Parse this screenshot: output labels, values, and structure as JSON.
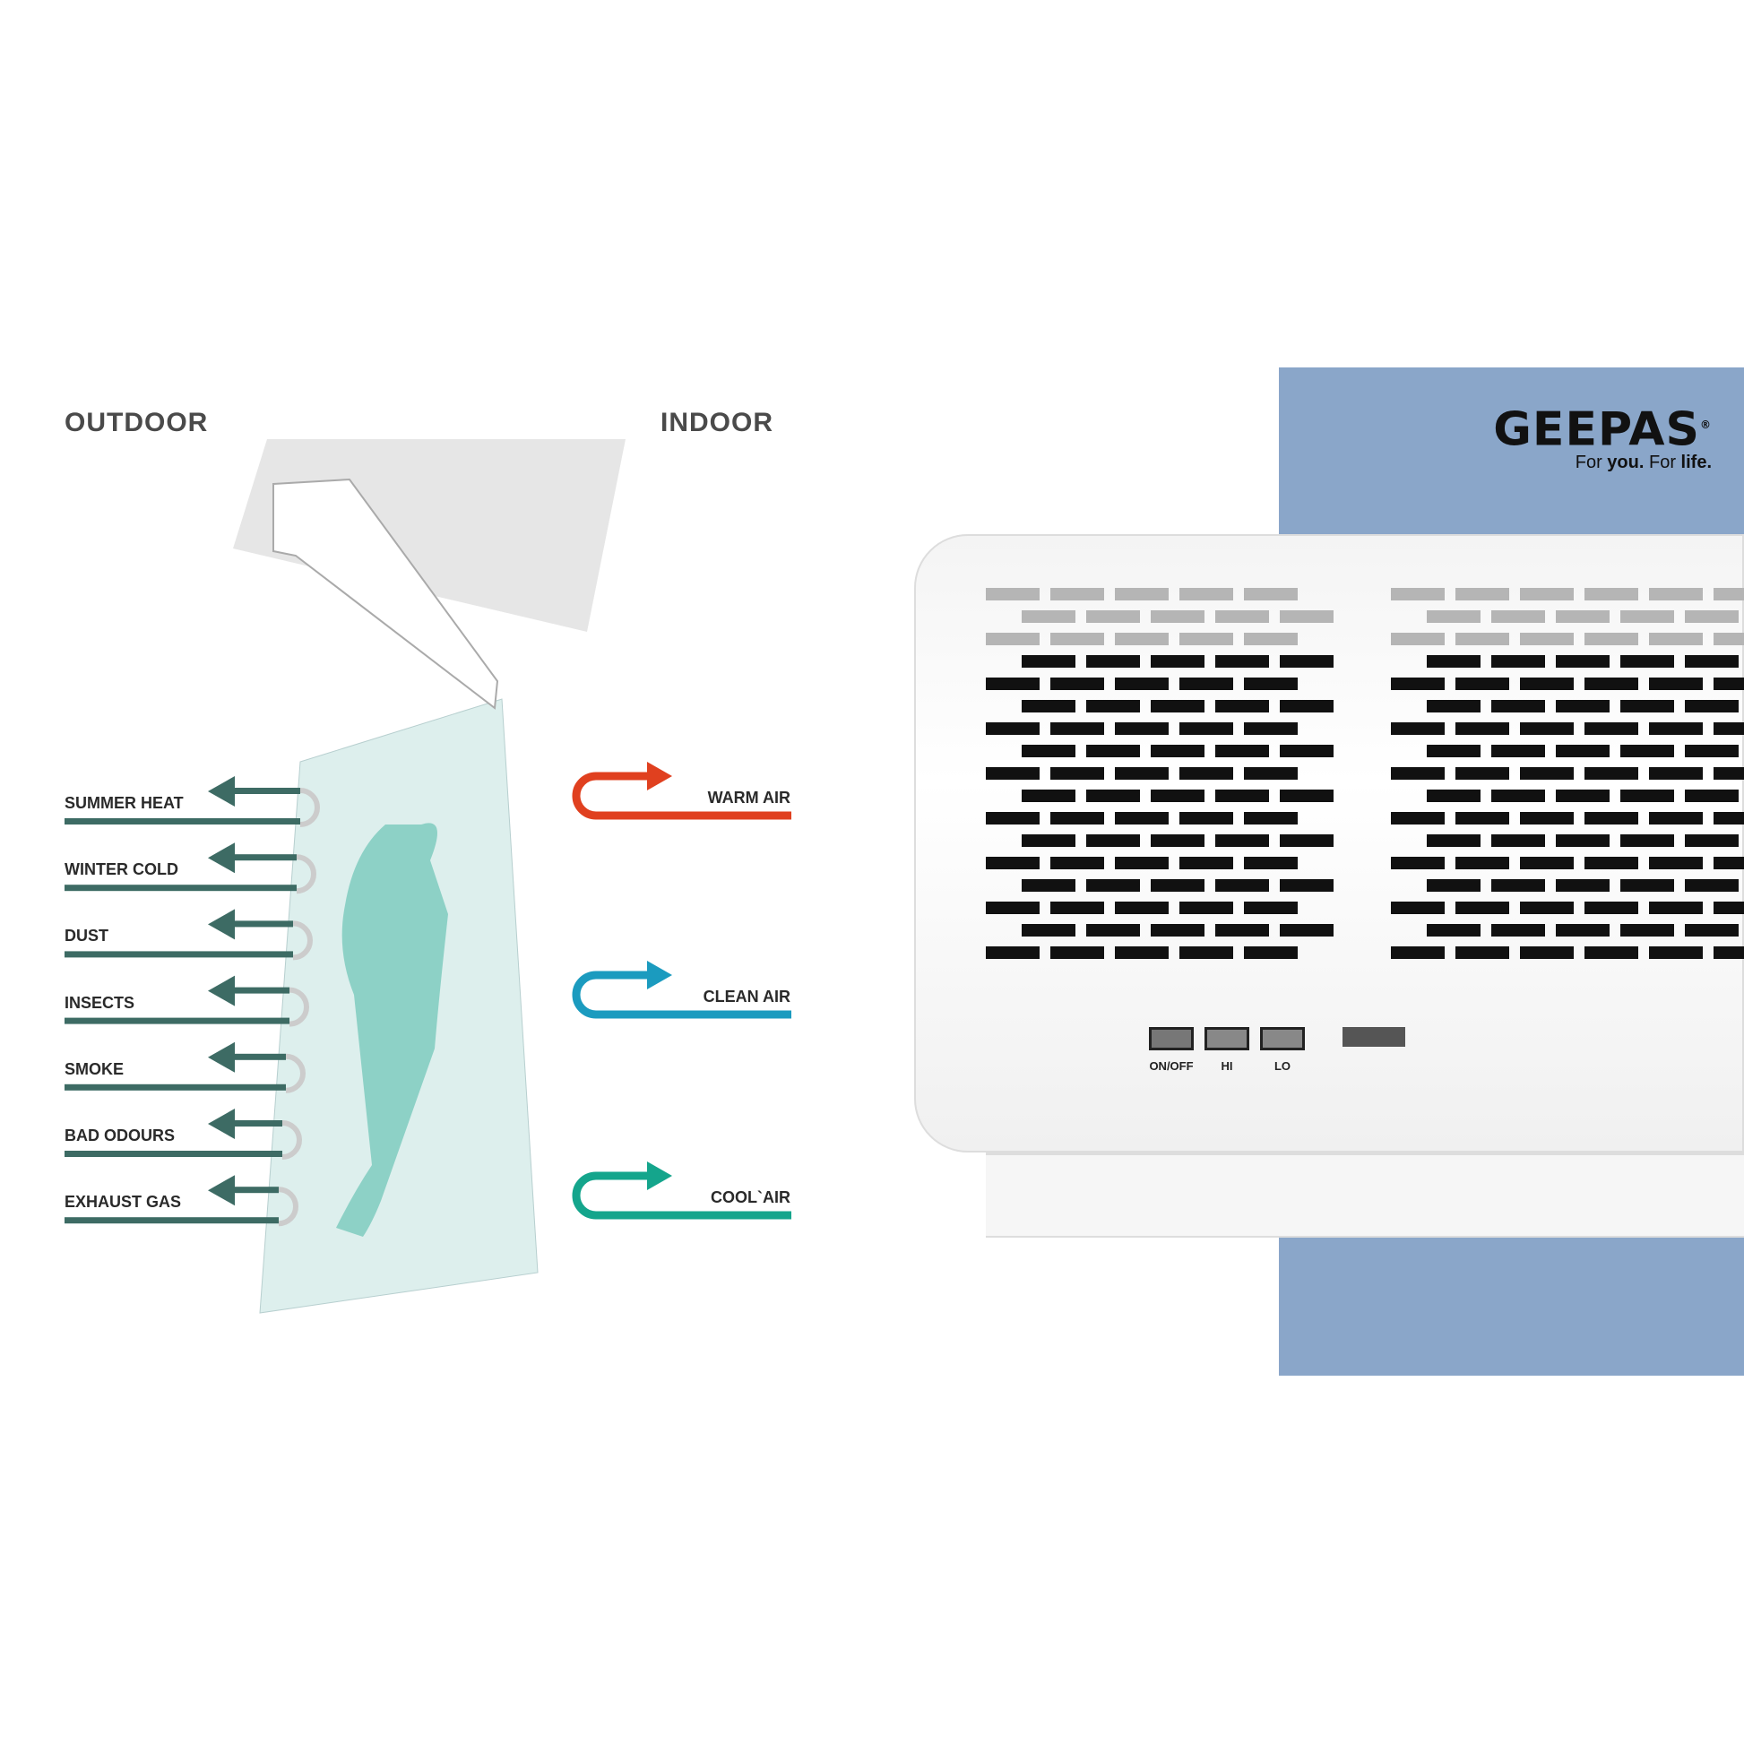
{
  "headings": {
    "outdoor": "OUTDOOR",
    "indoor": "INDOOR"
  },
  "blocked": [
    "SUMMER HEAT",
    "WINTER COLD",
    "DUST",
    "INSECTS",
    "SMOKE",
    "BAD ODOURS",
    "EXHAUST GAS"
  ],
  "indoor_air": [
    {
      "label": "WARM AIR",
      "color": "#e0401f"
    },
    {
      "label": "CLEAN AIR",
      "color": "#1b9bbf"
    },
    {
      "label": "COOL`AIR",
      "color": "#14a58c"
    }
  ],
  "brand": {
    "name": "GEEPAS",
    "registered": "®",
    "tagline_a": "For ",
    "tagline_b": "you.",
    "tagline_c": " For ",
    "tagline_d": "life."
  },
  "controls": {
    "on_off": "ON/OFF",
    "hi": "HI",
    "lo": "LO"
  },
  "colors": {
    "arrow": "#3d6b64",
    "panel": "#8aa6c9"
  }
}
